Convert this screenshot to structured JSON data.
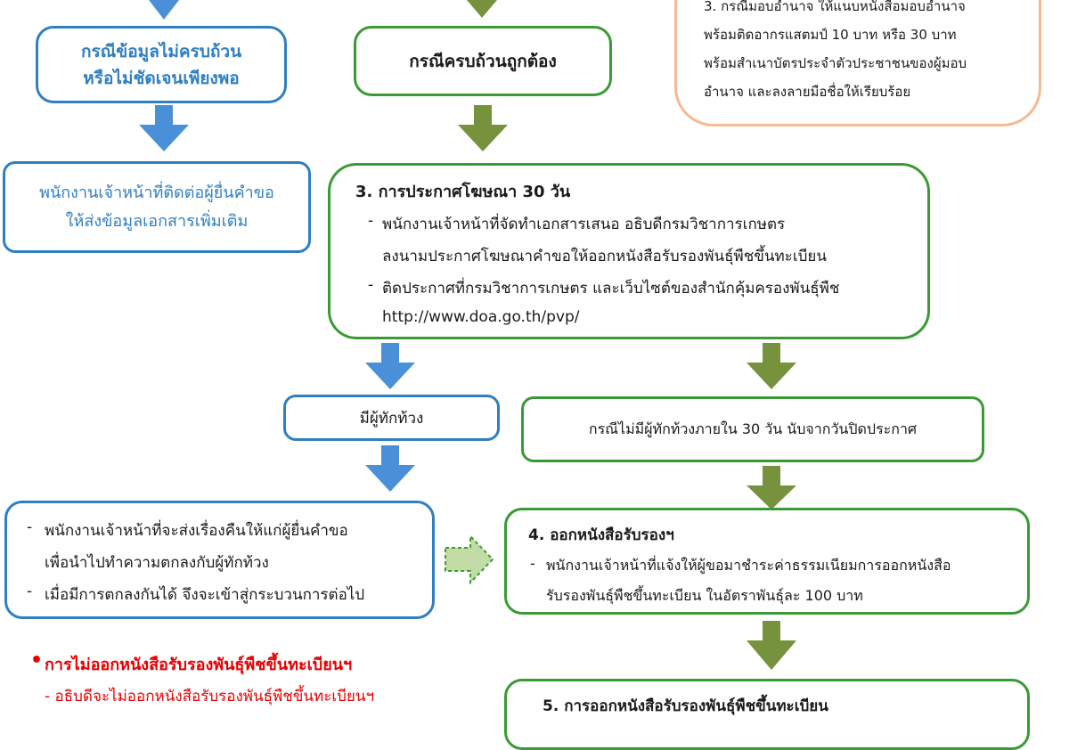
{
  "colors": {
    "blue_arrow": "#4a90d9",
    "green_arrow": "#76923c",
    "blue_border": "#2f7fc1",
    "green_border": "#3a9a35",
    "peach_border": "#f7b98f",
    "red_text": "#e60000",
    "blue_text": "#2f7fc1",
    "light_green_arrow": "#c3dca5"
  },
  "incomplete": {
    "line1": "กรณีข้อมูลไม่ครบถ้วน",
    "line2": "หรือไม่ชัดเจนเพียงพอ"
  },
  "complete": {
    "label": "กรณีครบถ้วนถูกต้อง"
  },
  "contact_applicant": {
    "line1": "พนักงานเจ้าหน้าที่ติดต่อผู้ยื่นคำขอ",
    "line2": "ให้ส่งข้อมูลเอกสารเพิ่มเติม"
  },
  "proxy_note": {
    "line1": "3. กรณีมอบอำนาจ ให้แนบหนังสือมอบอำนาจ",
    "line2": "พร้อมติดอากรแสตมป์ 10 บาท หรือ 30 บาท",
    "line3": "พร้อมสำเนาบัตรประจำตัวประชาชนของผู้มอบ",
    "line4": "อำนาจ และลงลายมือชื่อให้เรียบร้อย"
  },
  "announcement": {
    "title": "3. การประกาศโฆษณา 30 วัน",
    "b1_dash": "-",
    "b1_line1": "พนักงานเจ้าหน้าที่จัดทำเอกสารเสนอ อธิบดีกรมวิชาการเกษตร",
    "b1_line2": "ลงนามประกาศโฆษณาคำขอให้ออกหนังสือรับรองพันธุ์พืชขึ้นทะเบียน",
    "b2_dash": "-",
    "b2_line1": "ติดประกาศที่กรมวิชาการเกษตร และเว็บไซต์ของสำนักคุ้มครองพันธุ์พืช",
    "b2_line2": "http://www.doa.go.th/pvp/"
  },
  "objection": {
    "label": "มีผู้ทักท้วง"
  },
  "no_objection": {
    "label": "กรณีไม่มีผู้ทักท้วงภายใน 30 วัน นับจากวันปิดประกาศ"
  },
  "return_case": {
    "b1_dash": "-",
    "b1_line1": "พนักงานเจ้าหน้าที่จะส่งเรื่องคืนให้แก่ผู้ยื่นคำขอ",
    "b1_line2": "เพื่อนำไปทำความตกลงกับผู้ทักท้วง",
    "b2_dash": "-",
    "b2_line1": "เมื่อมีการตกลงกันได้ จึงจะเข้าสู่กระบวนการต่อไป"
  },
  "issue_cert": {
    "title": "4. ออกหนังสือรับรองฯ",
    "b1_dash": "-",
    "b1_line1": "พนักงานเจ้าหน้าที่แจ้งให้ผู้ขอมาชำระค่าธรรมเนียมการออกหนังสือ",
    "b1_line2": "รับรองพันธุ์พืชขึ้นทะเบียน ในอัตราพันธุ์ละ 100 บาท"
  },
  "refusal": {
    "bullet": "•",
    "title": "การไม่ออกหนังสือรับรองพันธุ์พืชขึ้นทะเบียนฯ",
    "line1": "- อธิบดีจะไม่ออกหนังสือรับรองพันธุ์พืชขึ้นทะเบียนฯ"
  },
  "cert_issuance": {
    "title": "5. การออกหนังสือรับรองพันธุ์พืชขึ้นทะเบียน"
  }
}
